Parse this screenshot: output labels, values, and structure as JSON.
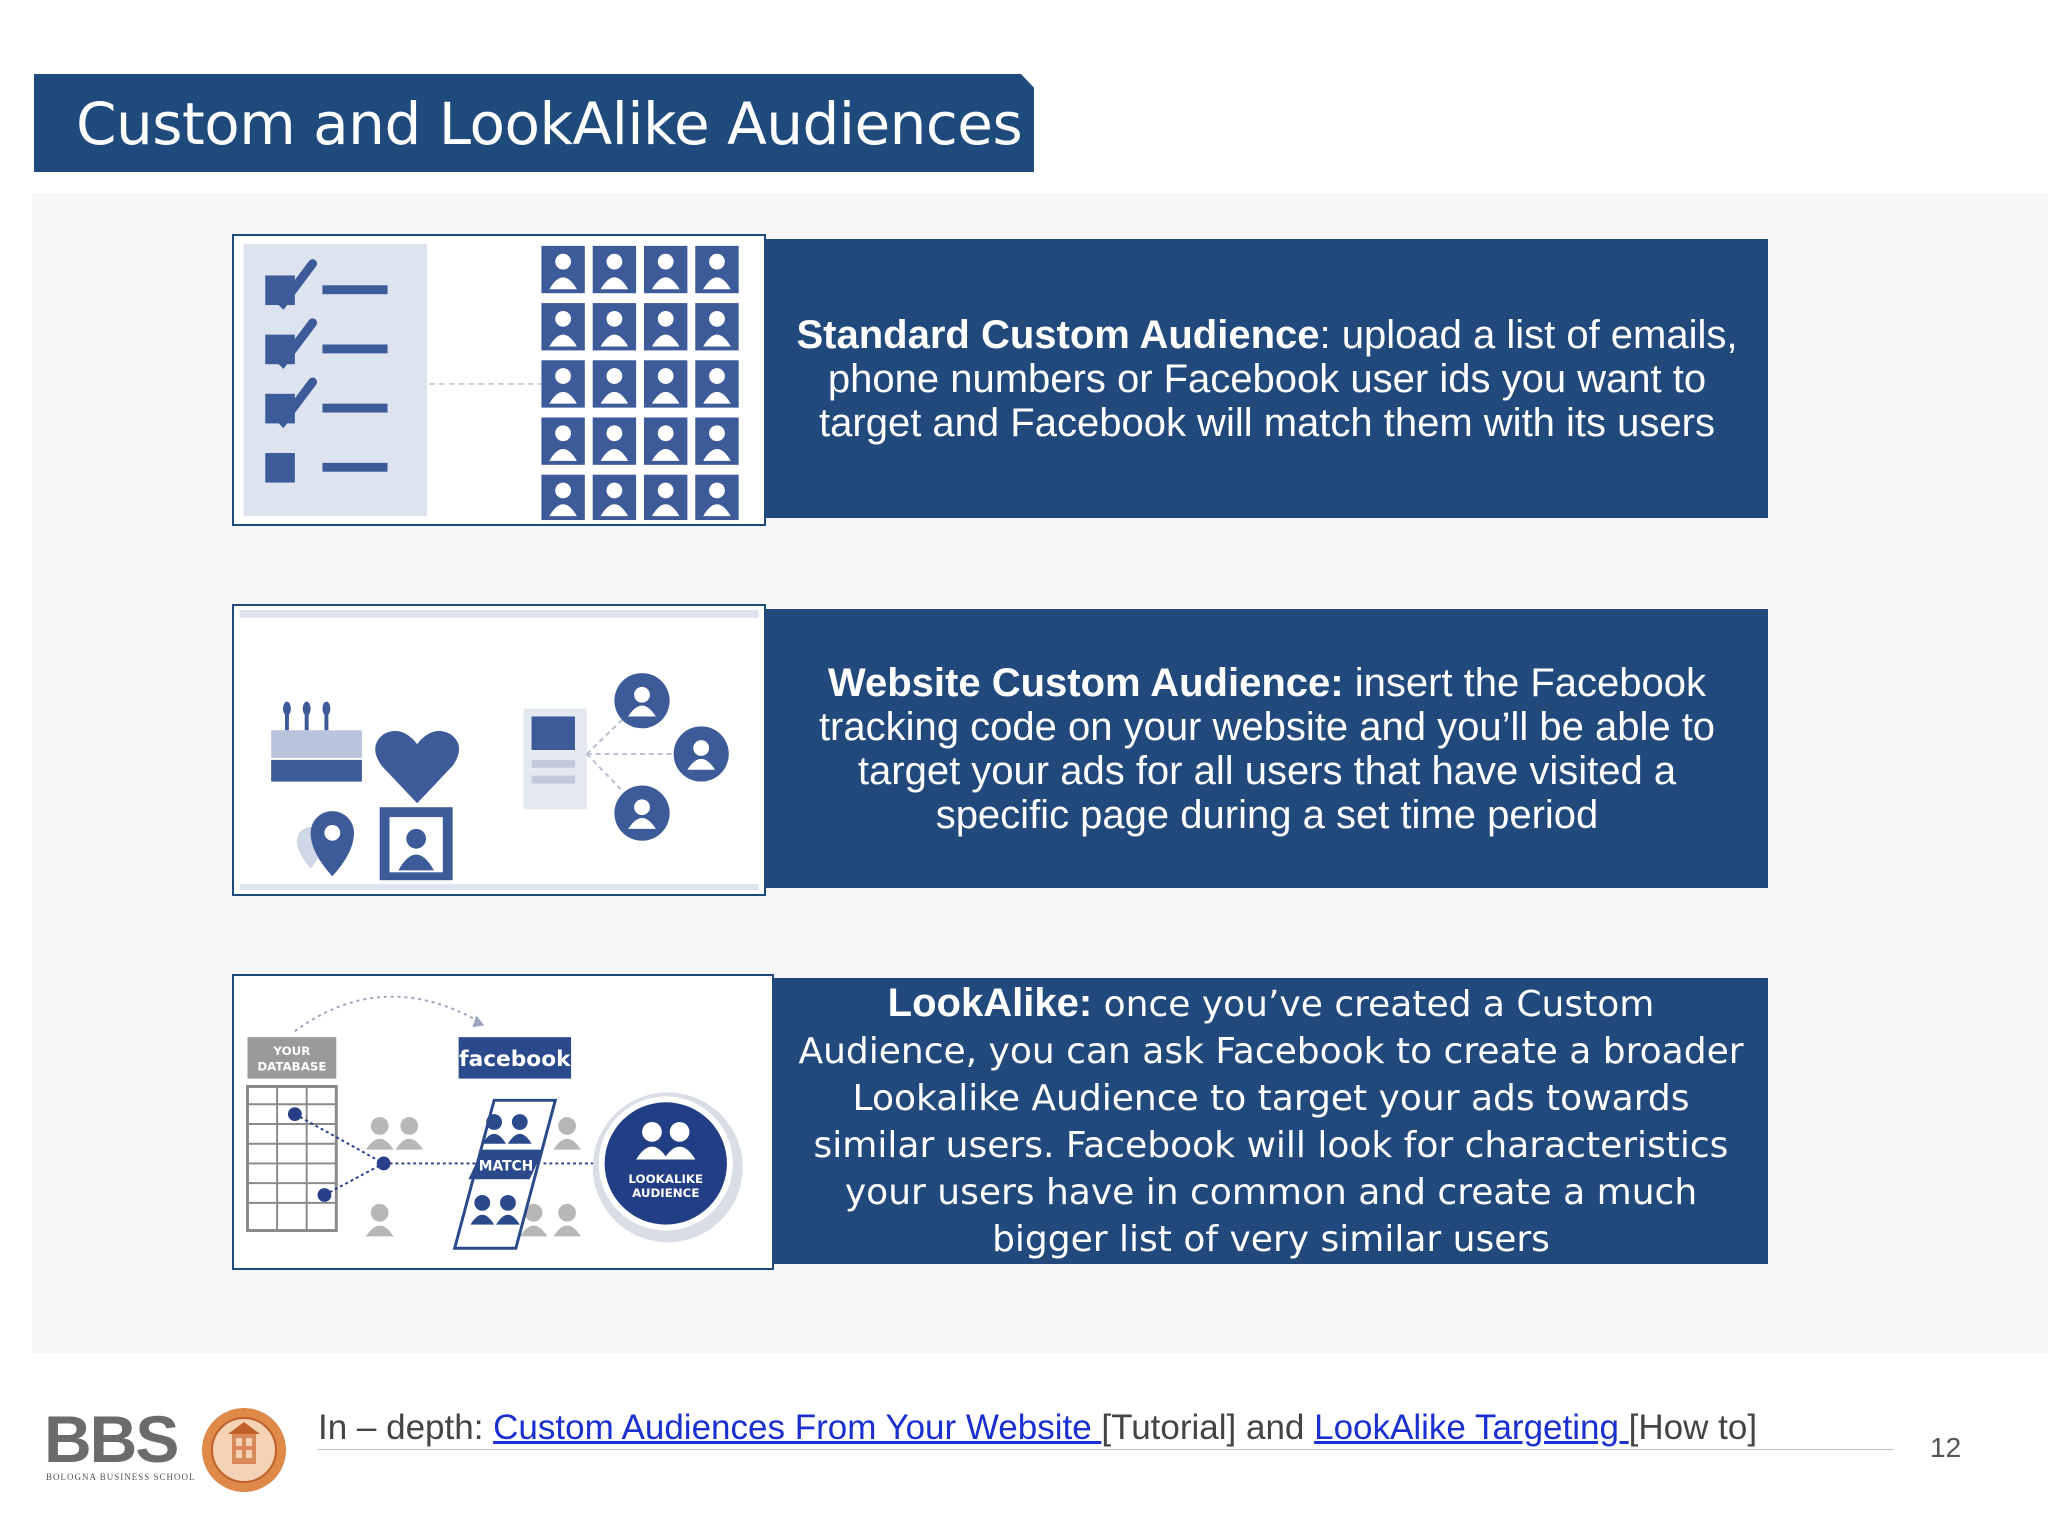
{
  "slide": {
    "title": "Custom and LookAlike Audiences",
    "page_number": "12"
  },
  "standard": {
    "heading": "Standard Custom Audience",
    "text": ": upload a list of emails, phone numbers or Facebook user ids you want to target and Facebook will match them with its users"
  },
  "website": {
    "heading": "Website Custom Audience:",
    "text": " insert the Facebook tracking code on your website and you’ll be able to target your ads for all users that have visited a specific page during a set time period"
  },
  "lookalike": {
    "heading": "LookAlike:",
    "text": " once you’ve created a Custom Audience, you can ask Facebook to create a broader Lookalike Audience to target your ads towards similar users. Facebook will look for characteristics your users have in common  and create a much bigger list of very similar users",
    "diagram": {
      "database_label": "YOUR DATABASE",
      "facebook_label": "facebook",
      "match_label": "MATCH",
      "audience_label": "LOOKALIKE AUDIENCE"
    }
  },
  "footer": {
    "prefix": "In – depth: ",
    "link1": "Custom Audiences From Your Website ",
    "between1": "[Tutorial] and ",
    "link2": "LookAlike Targeting ",
    "suffix": "[How to]",
    "logo_text": "BBS",
    "logo_sub": "BOLOGNA BUSINESS SCHOOL"
  },
  "colors": {
    "navy": "#22497b",
    "illustration_blue": "#3d5a99",
    "link": "#1a2fd0"
  }
}
